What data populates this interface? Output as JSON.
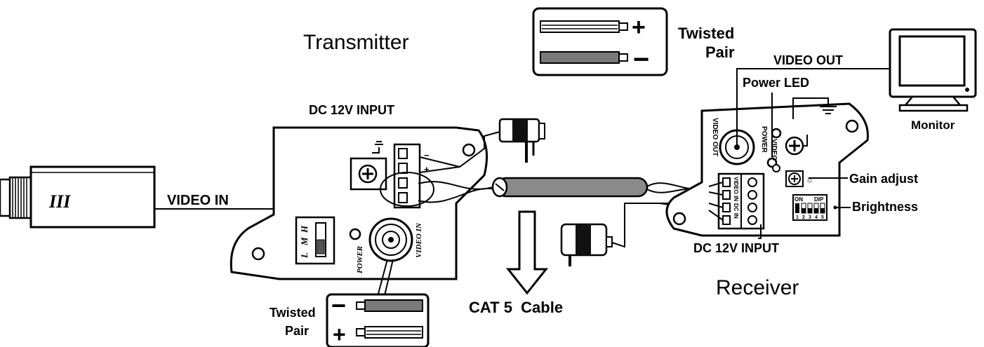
{
  "labels": {
    "transmitter": "Transmitter",
    "receiver": "Receiver",
    "twisted_pair_top_line1": "Twisted",
    "twisted_pair_top_line2": "Pair",
    "twisted_pair_bottom_line1": "Twisted",
    "twisted_pair_bottom_line2": "Pair",
    "video_out": "VIDEO OUT",
    "power_led": "Power LED",
    "monitor": "Monitor",
    "dc_input_top": "DC 12V INPUT",
    "dc_input_bottom": "DC 12V INPUT",
    "video_in": "VIDEO IN",
    "gain_adjust": "Gain adjust",
    "brightness": "Brightness",
    "cat5_cable": "CAT 5  Cable",
    "plus": "+",
    "minus": "−"
  },
  "transmitter_panel": {
    "switch_l": "L",
    "switch_m": "M",
    "switch_h": "H",
    "power": "POWER",
    "video_in_port": "VIDEO IN"
  },
  "receiver_panel": {
    "video_out_port": "VIDEO OUT",
    "power": "POWER",
    "video": "VIDEO",
    "terminal_video_in": "VIDEO IN",
    "terminal_dc_in": "DC IN",
    "dip_on": "ON",
    "dip_label": "DIP",
    "dip_numbers": [
      "1",
      "2",
      "3",
      "4",
      "5"
    ]
  },
  "camera": {
    "brand": "III"
  }
}
